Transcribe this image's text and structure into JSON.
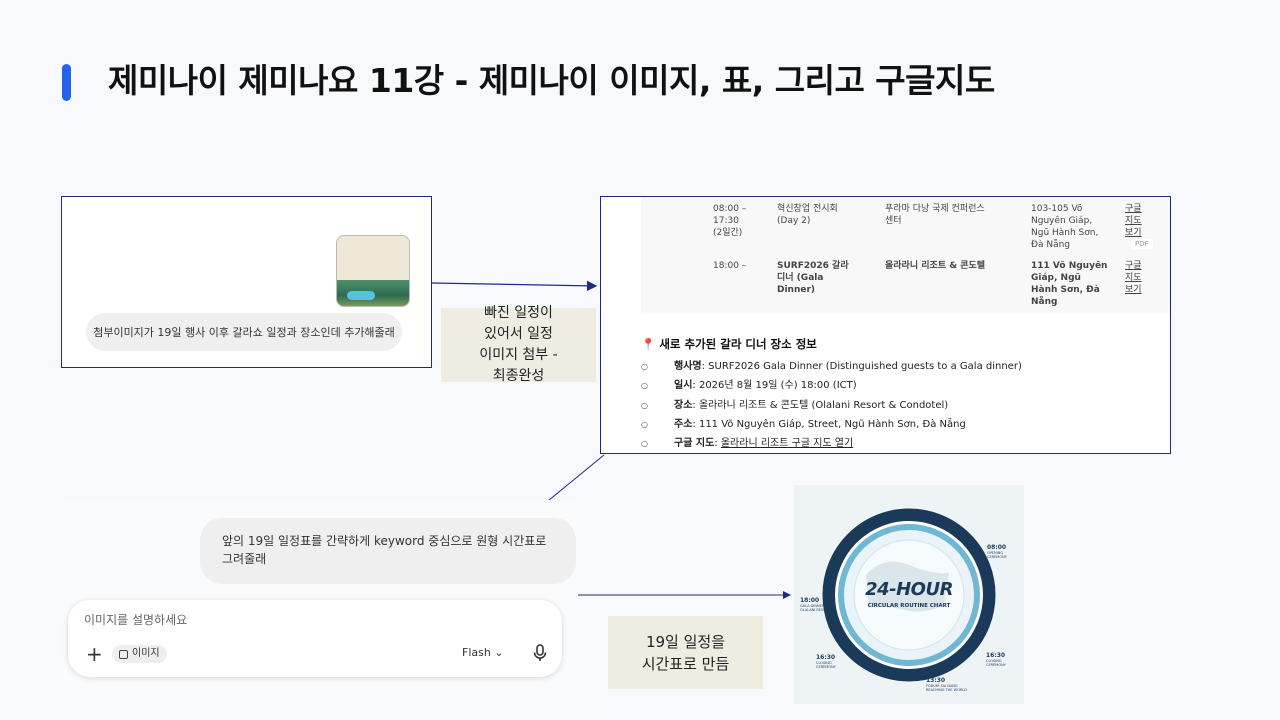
{
  "slide": {
    "title": "제미나이 제미나요 11강 -  제미나이 이미지, 표, 그리고 구글지도",
    "accent_color": "#2563eb"
  },
  "panel1": {
    "message": "첨부이미지가 19일 행사 이후 갈라쇼 일정과 장소인데 추가해줄래"
  },
  "note1": "빠진 일정이\n있어서 일정\n이미지 첨부 -\n최종완성",
  "panel2": {
    "rows": [
      {
        "time": "08:00 –\n17:30\n(2일간)",
        "title": "혁신창업 전시회\n(Day 2)",
        "place": "푸라마 다낭 국제 컨퍼런스\n센터",
        "address": "103-105 Võ\nNguyên Giáp,\nNgũ Hành Sơn,\nĐà Nẵng",
        "map": "구글\n지도\n보기"
      },
      {
        "time": "18:00 –",
        "title": "SURF2026 갈라\n디너 (Gala\nDinner)",
        "place": "올라라니 리조트 & 콘도텔",
        "address": "111 Võ Nguyên\nGiáp, Ngũ\nHành Sơn, Đà\nNẵng",
        "map": "구글\n지도\n보기"
      }
    ],
    "pdf_badge": "PDF",
    "info_title": "새로 추가된 갈라 디너 장소 정보",
    "info": [
      {
        "label": "행사명",
        "value": ": SURF2026 Gala Dinner (Distinguished guests to a Gala dinner)"
      },
      {
        "label": "일시",
        "value": ": 2026년 8월 19일 (수) 18:00 (ICT)"
      },
      {
        "label": "장소",
        "value": ": 올라라니 리조트 & 콘도텔 (Olalani Resort & Condotel)"
      },
      {
        "label": "주소",
        "value": ": 111 Võ Nguyên Giáp, Street, Ngũ Hành Sơn, Đà Nẵng"
      },
      {
        "label": "구글 지도",
        "value": ": ",
        "link": "올라라니 리조트 구글 지도 열기"
      }
    ]
  },
  "panel3": {
    "prompt": "앞의 19일 일정표를 간략하게 keyword 중심으로 원형 시간표로 그려줄래",
    "placeholder": "이미지를 설명하세요",
    "chip_label": "이미지",
    "model": "Flash"
  },
  "note2": "19일 일정을\n시간표로 만듬",
  "panel4": {
    "title": "24-HOUR",
    "subtitle": "CIRCULAR ROUTINE CHART",
    "events": [
      {
        "time": "08:00",
        "label": "OPENING\nCEREMONY"
      },
      {
        "time": "18:00",
        "label": "GALA DINNER\nOLALANI RESORT"
      },
      {
        "time": "16:30",
        "label": "CLOSING\nCEREMONY"
      },
      {
        "time": "16:30",
        "label": "CLOSING\nCEREMONY"
      },
      {
        "time": "13:30",
        "label": "FORUM: DA NANG\nREACHING THE WORLD"
      }
    ]
  }
}
